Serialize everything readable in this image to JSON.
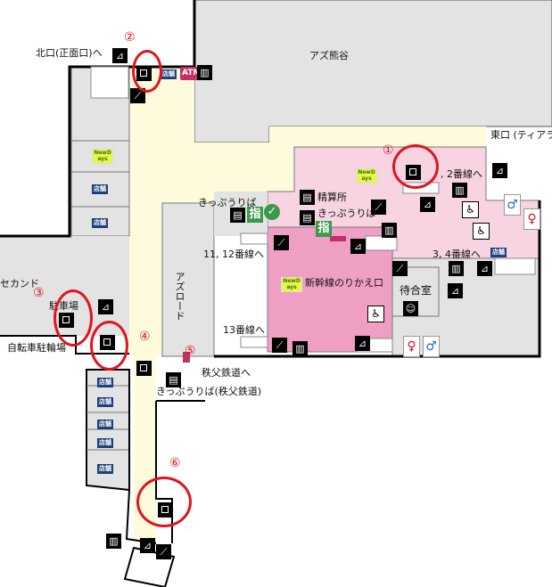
{
  "map": {
    "labels": {
      "north_exit": "北口(正面口)へ",
      "asu_kumagaya": "アズ熊谷",
      "east_exit": "東口 (ティアラ",
      "ticket_office": "きっぷうりば",
      "fare_adjust": "精算所",
      "ticket_office_2": "きっぷうりば",
      "lines_1_2": ", 2番線へ",
      "lines_11_12": "11, 12番線へ",
      "lines_3_4": "3, 4番線へ",
      "shinkansen_transfer": "新幹線のりかえ口",
      "waiting_room": "待合室",
      "lines_13": "13番線へ",
      "asu_road": "アズロード",
      "second": "セカンド",
      "parking": "駐車場",
      "bicycle_parking": "自転車駐輪場",
      "chichibu_to": "秩父鉄道へ",
      "chichibu_tickets": "きっぷうりば(秩父鉄道)"
    },
    "badges": {
      "shop": "店舗",
      "atm": "ATM",
      "newdays": "NewDays",
      "reserved": "指"
    },
    "locker_markers": [
      "①",
      "②",
      "③",
      "④",
      "⑤",
      "⑥"
    ],
    "colors": {
      "corridor": "#fdfbdc",
      "concourse_pink": "#f8d3e2",
      "shinkansen_pink": "#ef9fc4",
      "building_gray": "#e3e3e3",
      "marker_red": "#e0141e",
      "green_window": "#3a9a4a"
    },
    "icons": [
      "stairs-icon",
      "locker-icon",
      "elevator-icon",
      "escalator-icon",
      "ticket-machine-icon",
      "wheelchair-icon",
      "toilet-men-icon",
      "toilet-women-icon",
      "baby-room-icon"
    ]
  }
}
